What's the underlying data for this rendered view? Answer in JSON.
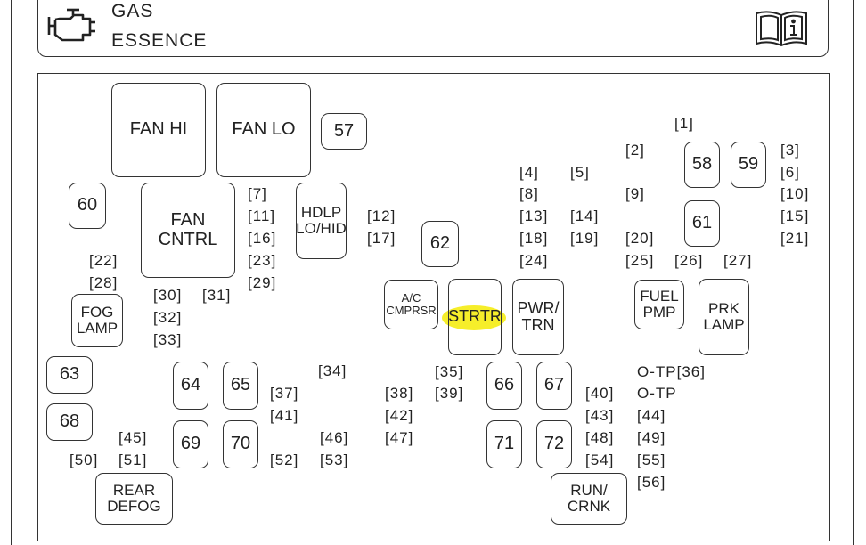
{
  "header": {
    "title_line1": "GAS",
    "title_line2": "ESSENCE",
    "left_icon": "engine-icon",
    "right_icon": "owner-manual-icon"
  },
  "highlight": {
    "label": "STRTR",
    "color": "#f6ee2a"
  },
  "components": [
    {
      "id": "fan-hi",
      "label": "FAN HI",
      "kind": "relay"
    },
    {
      "id": "fan-lo",
      "label": "FAN LO",
      "kind": "relay"
    },
    {
      "id": "fan-cntrl",
      "label": "FAN\nCNTRL",
      "kind": "relay"
    },
    {
      "id": "hdlp-lo-hid",
      "label": "HDLP\nLO/HID",
      "kind": "relay"
    },
    {
      "id": "ac-cmprsr",
      "label": "A/C\nCMPRSR",
      "kind": "relay"
    },
    {
      "id": "strtr",
      "label": "STRTR",
      "kind": "relay"
    },
    {
      "id": "pwr-trn",
      "label": "PWR/\nTRN",
      "kind": "relay"
    },
    {
      "id": "fuel-pmp",
      "label": "FUEL\nPMP",
      "kind": "relay"
    },
    {
      "id": "prk-lamp",
      "label": "PRK\nLAMP",
      "kind": "relay"
    },
    {
      "id": "fog-lamp",
      "label": "FOG\nLAMP",
      "kind": "relay"
    },
    {
      "id": "rear-defog",
      "label": "REAR\nDEFOG",
      "kind": "relay"
    },
    {
      "id": "run-crnk",
      "label": "RUN/\nCRNK",
      "kind": "relay"
    },
    {
      "id": "f57",
      "label": "57",
      "kind": "fuse"
    },
    {
      "id": "f58",
      "label": "58",
      "kind": "fuse"
    },
    {
      "id": "f59",
      "label": "59",
      "kind": "fuse"
    },
    {
      "id": "f60",
      "label": "60",
      "kind": "fuse"
    },
    {
      "id": "f61",
      "label": "61",
      "kind": "fuse"
    },
    {
      "id": "f62",
      "label": "62",
      "kind": "fuse"
    },
    {
      "id": "f63",
      "label": "63",
      "kind": "fuse"
    },
    {
      "id": "f64",
      "label": "64",
      "kind": "fuse"
    },
    {
      "id": "f65",
      "label": "65",
      "kind": "fuse"
    },
    {
      "id": "f66",
      "label": "66",
      "kind": "fuse"
    },
    {
      "id": "f67",
      "label": "67",
      "kind": "fuse"
    },
    {
      "id": "f68",
      "label": "68",
      "kind": "fuse"
    },
    {
      "id": "f69",
      "label": "69",
      "kind": "fuse"
    },
    {
      "id": "f70",
      "label": "70",
      "kind": "fuse"
    },
    {
      "id": "f71",
      "label": "71",
      "kind": "fuse"
    },
    {
      "id": "f72",
      "label": "72",
      "kind": "fuse"
    }
  ],
  "slots": [
    {
      "id": "s1",
      "label": "[1]"
    },
    {
      "id": "s2",
      "label": "[2]"
    },
    {
      "id": "s3",
      "label": "[3]"
    },
    {
      "id": "s4",
      "label": "[4]"
    },
    {
      "id": "s5",
      "label": "[5]"
    },
    {
      "id": "s6",
      "label": "[6]"
    },
    {
      "id": "s7",
      "label": "[7]"
    },
    {
      "id": "s8",
      "label": "[8]"
    },
    {
      "id": "s9",
      "label": "[9]"
    },
    {
      "id": "s10",
      "label": "[10]"
    },
    {
      "id": "s11",
      "label": "[11]"
    },
    {
      "id": "s12",
      "label": "[12]"
    },
    {
      "id": "s13",
      "label": "[13]"
    },
    {
      "id": "s14",
      "label": "[14]"
    },
    {
      "id": "s15",
      "label": "[15]"
    },
    {
      "id": "s16",
      "label": "[16]"
    },
    {
      "id": "s17",
      "label": "[17]"
    },
    {
      "id": "s18",
      "label": "[18]"
    },
    {
      "id": "s19",
      "label": "[19]"
    },
    {
      "id": "s20",
      "label": "[20]"
    },
    {
      "id": "s21",
      "label": "[21]"
    },
    {
      "id": "s22",
      "label": "[22]"
    },
    {
      "id": "s23",
      "label": "[23]"
    },
    {
      "id": "s24",
      "label": "[24]"
    },
    {
      "id": "s25",
      "label": "[25]"
    },
    {
      "id": "s26",
      "label": "[26]"
    },
    {
      "id": "s27",
      "label": "[27]"
    },
    {
      "id": "s28",
      "label": "[28]"
    },
    {
      "id": "s29",
      "label": "[29]"
    },
    {
      "id": "s30",
      "label": "[30]"
    },
    {
      "id": "s31",
      "label": "[31]"
    },
    {
      "id": "s32",
      "label": "[32]"
    },
    {
      "id": "s33",
      "label": "[33]"
    },
    {
      "id": "s34",
      "label": "[34]"
    },
    {
      "id": "s35",
      "label": "[35]"
    },
    {
      "id": "s36",
      "label": "O-TP[36]"
    },
    {
      "id": "s37",
      "label": "[37]"
    },
    {
      "id": "s38",
      "label": "[38]"
    },
    {
      "id": "s39",
      "label": "[39]"
    },
    {
      "id": "s40",
      "label": "[40]"
    },
    {
      "id": "s40tp",
      "label": "O-TP"
    },
    {
      "id": "s41",
      "label": "[41]"
    },
    {
      "id": "s42",
      "label": "[42]"
    },
    {
      "id": "s43",
      "label": "[43]"
    },
    {
      "id": "s44",
      "label": "[44]"
    },
    {
      "id": "s45",
      "label": "[45]"
    },
    {
      "id": "s46",
      "label": "[46]"
    },
    {
      "id": "s47",
      "label": "[47]"
    },
    {
      "id": "s48",
      "label": "[48]"
    },
    {
      "id": "s49",
      "label": "[49]"
    },
    {
      "id": "s50",
      "label": "[50]"
    },
    {
      "id": "s51",
      "label": "[51]"
    },
    {
      "id": "s52",
      "label": "[52]"
    },
    {
      "id": "s53",
      "label": "[53]"
    },
    {
      "id": "s54",
      "label": "[54]"
    },
    {
      "id": "s55",
      "label": "[55]"
    },
    {
      "id": "s56",
      "label": "[56]"
    }
  ]
}
